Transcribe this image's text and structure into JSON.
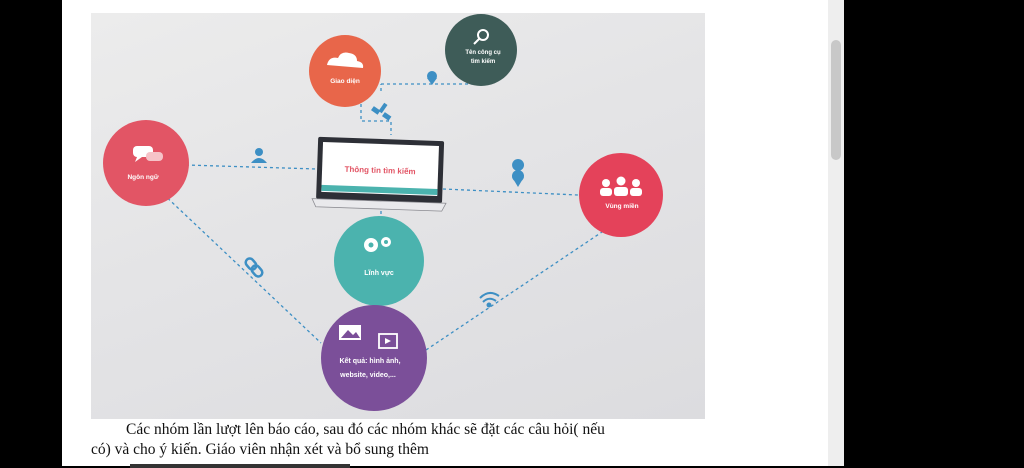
{
  "diagram": {
    "center_label": "Thông tin tìm kiếm",
    "nodes": {
      "interface": "Giao diện",
      "search_tool_line1": "Tên công cụ",
      "search_tool_line2": "tìm kiếm",
      "language": "Ngôn ngữ",
      "region": "Vùng miền",
      "field": "Lĩnh vực",
      "result_line1": "Kết quả: hình ảnh,",
      "result_line2": "website, video,..."
    },
    "colors": {
      "interface": "#e8664a",
      "search_tool": "#3e5c58",
      "language": "#e25565",
      "region": "#e4425a",
      "field": "#4bb3ae",
      "result": "#7b4f99",
      "connector": "#3d8fc4"
    }
  },
  "text": {
    "line1": "Các nhóm lần lượt lên báo cáo, sau đó các nhóm khác sẽ đặt các câu hỏi(  nếu",
    "line2": "có) và cho ý kiến. Giáo viên nhận xét và bổ sung thêm"
  }
}
